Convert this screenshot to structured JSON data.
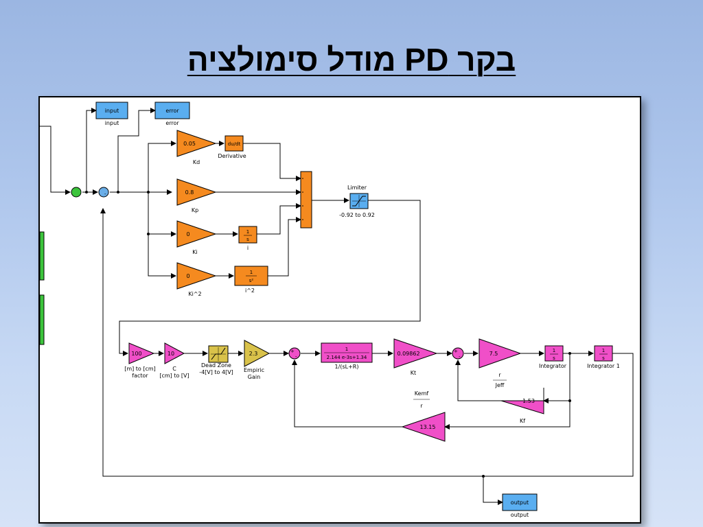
{
  "slide": {
    "title": "בקר PD מודל סימולציה"
  },
  "diagram": {
    "scopes": {
      "input": {
        "box": "input",
        "label": "input"
      },
      "error": {
        "box": "error",
        "label": "error"
      },
      "output": {
        "box": "output",
        "label": "output"
      }
    },
    "pid": {
      "kd_value": "0.05",
      "kd_label": "Kd",
      "derivative_value": "du/dt",
      "derivative_label": "Derivative",
      "kp_value": "0.8",
      "kp_label": "Kp",
      "ki_value": "0",
      "ki_label": "Ki",
      "integrator_i_num": "1",
      "integrator_i_den": "s",
      "integrator_i_label": "i",
      "ki2_value": "0",
      "ki2_label": "Ki^2",
      "integrator_i2_num": "1",
      "integrator_i2_den": "s²",
      "integrator_i2_label": "i^2",
      "limiter_label_top": "Limiter",
      "limiter_label_bottom": "-0.92 to 0.92"
    },
    "plant": {
      "factor_value": "100",
      "factor_label_1": "[m] to [cm]",
      "factor_label_2": "factor",
      "c_value": "10",
      "c_label_1": "C",
      "c_label_2": "[cm] to [V]",
      "deadzone_label_1": "Dead Zone",
      "deadzone_label_2": "-4[V] to 4[V]",
      "empiric_value": "2.3",
      "empiric_label_1": "Empiric",
      "empiric_label_2": "Gain",
      "tf_num": "1",
      "tf_den": "2.144 e-3s+1.34",
      "tf_label": "1/(sL+R)",
      "kt_value": "0.09862",
      "kt_label": "Kt",
      "r_jeff_value": "7.5",
      "r_label": "r",
      "jeff_label": "Jeff",
      "integrator_num": "1",
      "integrator_den": "s",
      "integrator_label": "Integrator",
      "integrator1_num": "1",
      "integrator1_den": "s",
      "integrator1_label": "Integrator 1",
      "kf_value": "1.53",
      "kf_label": "Kf",
      "kemf_label": "Kemf",
      "kemf_den_label": "r",
      "kemf_value": "13.15"
    },
    "sum_signs": {
      "minus": "-",
      "plus": "+"
    },
    "colors": {
      "scope": "#5aaef0",
      "pid": "#f58a1f",
      "plant": "#f04fc8",
      "gain_yellow": "#d9c24a",
      "sum_green": "#3cc43c",
      "sum_blue": "#6aaee8"
    }
  }
}
